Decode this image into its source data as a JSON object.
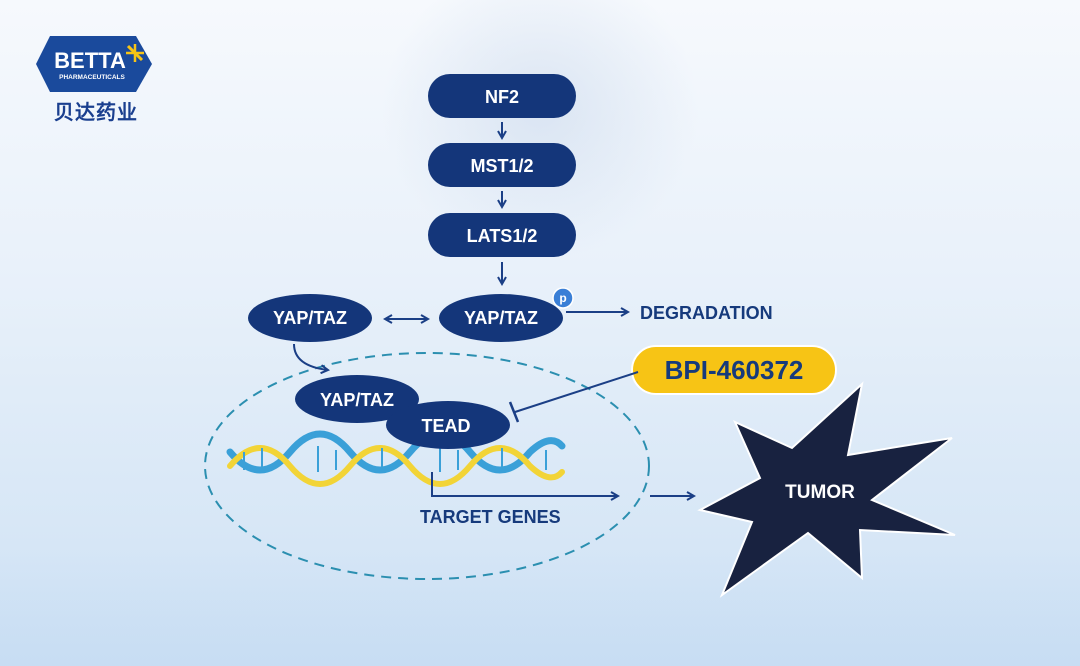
{
  "logo": {
    "brand": "BETTA",
    "sub": "PHARMACEUTICALS",
    "cn": "贝达药业"
  },
  "nodes": {
    "nf2": "NF2",
    "mst": "MST1/2",
    "lats": "LATS1/2",
    "yap_left": "YAP/TAZ",
    "yap_p": "YAP/TAZ",
    "p_badge": "p",
    "yap_inner": "YAP/TAZ",
    "tead": "TEAD",
    "tumor": "TUMOR"
  },
  "labels": {
    "degradation": "DEGRADATION",
    "drug": "BPI-460372",
    "target_genes": "TARGET GENES"
  },
  "colors": {
    "node": "#14367a",
    "arrow": "#1b3f86",
    "drug_fill": "#f7c415",
    "dna_blue": "#3aa0d8",
    "dna_yellow": "#f2d437",
    "tumor": "#182240",
    "dash": "#2b8fb0"
  }
}
